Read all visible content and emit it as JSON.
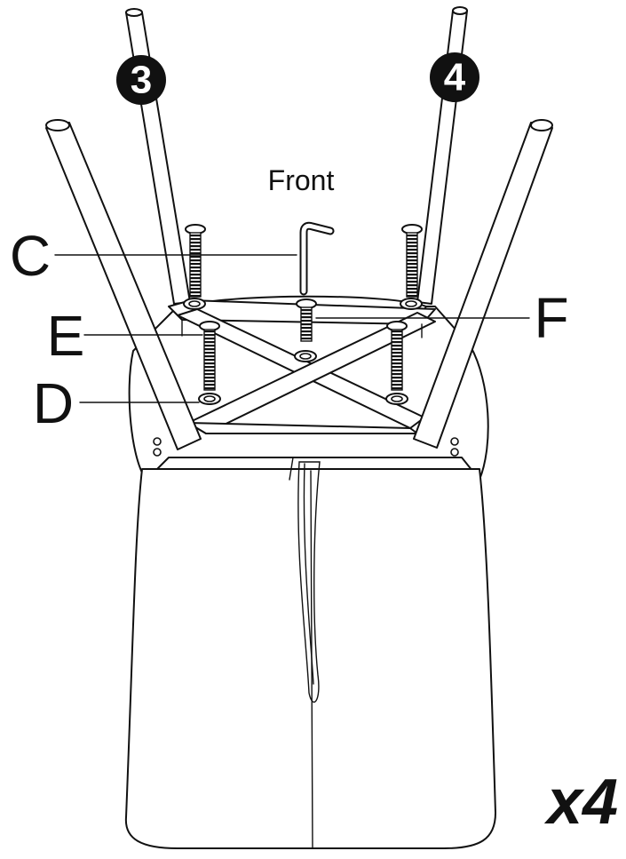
{
  "diagram": {
    "front_label": "Front",
    "step_badges": [
      "3",
      "4"
    ],
    "part_labels": {
      "C": "C",
      "D": "D",
      "E": "E",
      "F": "F"
    },
    "quantity": "x4"
  }
}
